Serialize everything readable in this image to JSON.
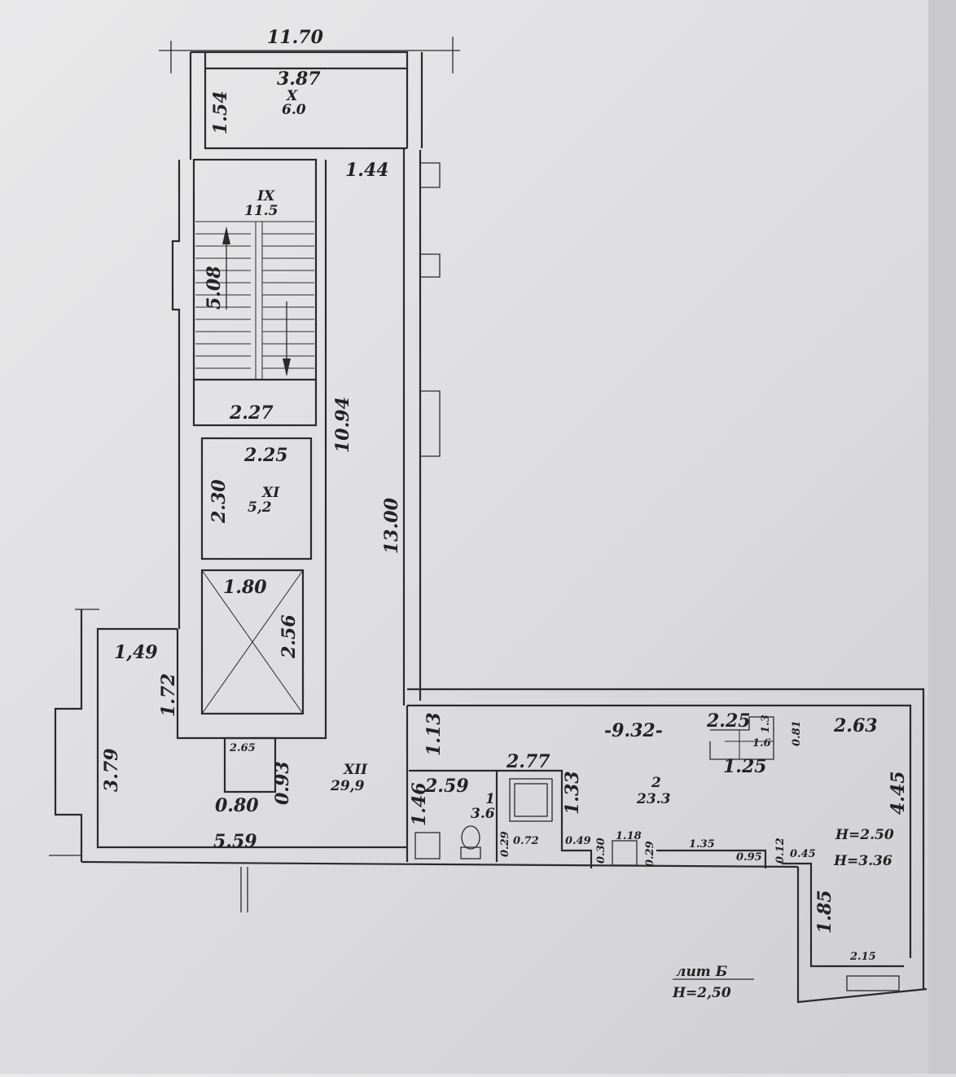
{
  "plan": {
    "top_width": "11.70",
    "room_x": {
      "number": "X",
      "area": "6.0",
      "width": "3.87",
      "depth": "1.54"
    },
    "corridor_top": "1.44",
    "room_ix": {
      "number": "IX",
      "area": "11.5",
      "stair_length": "5.08",
      "stair_width": "2.27"
    },
    "shaft_height": "10.94",
    "corridor_length": "13.00",
    "room_xi": {
      "number": "XI",
      "area": "5,2",
      "width": "2.25",
      "depth": "2.30"
    },
    "lift": {
      "width": "1.80",
      "depth": "2.56"
    },
    "entry": {
      "width": "1,49",
      "depth": "1.72"
    },
    "room_xii": {
      "number": "XII",
      "area": "29,9",
      "width": "5.59",
      "depth": "3.79",
      "niche_width": "2.65",
      "niche_depth": "0.93",
      "niche_door": "0.80"
    },
    "room_1": {
      "number": "1",
      "area": "3.6",
      "width": "2.59",
      "depth": "1.46",
      "shower_width": "2.77",
      "shower_depth": "1.33",
      "d1": "0.29",
      "d2": "0.72"
    },
    "room_2": {
      "number": "2",
      "area": "23.3",
      "length": "-9.32-",
      "d_1_13": "1.13",
      "d_0_49": "0.49",
      "d_0_30": "0.30",
      "d_1_18": "1.18",
      "d_0_29": "0.29",
      "d_1_35": "1.35",
      "d_0_95": "0.95",
      "d_0_12": "0.12",
      "d_0_45": "0.45"
    },
    "stair_b": {
      "a": "2.25",
      "b": "1.3",
      "c": "1.6",
      "d": "0.81",
      "e": "1.25"
    },
    "right_room": {
      "width": "2.63",
      "depth": "4.45",
      "h1": "H=2.50",
      "h2": "H=3.36",
      "tambour_depth": "1.85",
      "tambour_width": "2.15"
    },
    "stamp": {
      "lit": "лит Б",
      "height": "H=2,50"
    }
  }
}
